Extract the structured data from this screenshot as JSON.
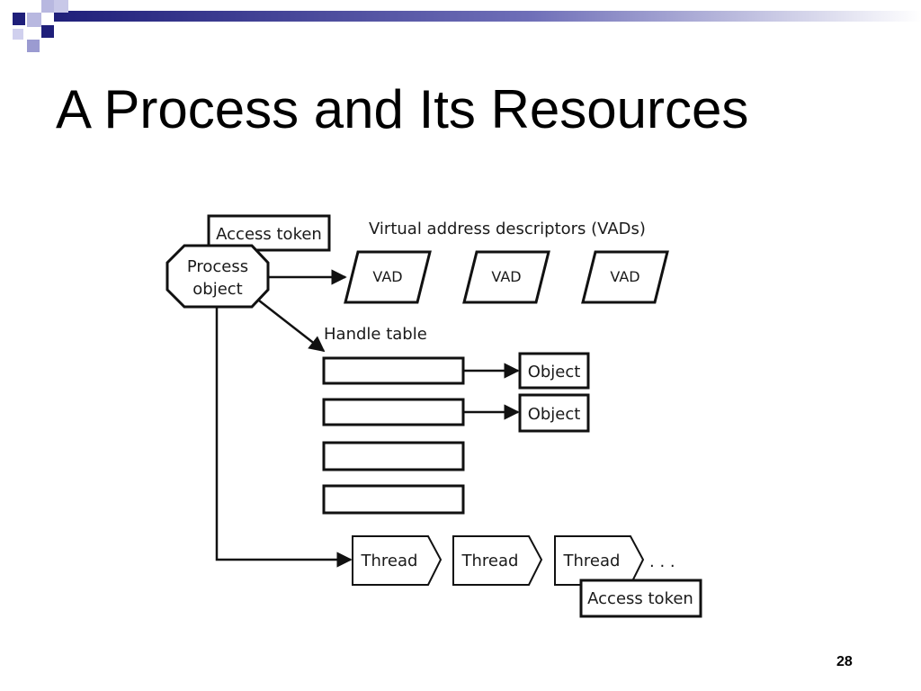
{
  "slide": {
    "title": "A Process and Its Resources",
    "page_number": "28"
  },
  "theme": {
    "accent_dark": "#1f1f7a",
    "accent_light": "#9b9bd1"
  },
  "diagram": {
    "access_token_top": "Access token",
    "process_object_line1": "Process",
    "process_object_line2": "object",
    "vads_label": "Virtual address descriptors (VADs)",
    "vads": [
      "VAD",
      "VAD",
      "VAD"
    ],
    "handle_table_label": "Handle table",
    "objects": [
      "Object",
      "Object"
    ],
    "threads": [
      "Thread",
      "Thread",
      "Thread"
    ],
    "ellipsis": ". . .",
    "access_token_bottom": "Access token"
  }
}
